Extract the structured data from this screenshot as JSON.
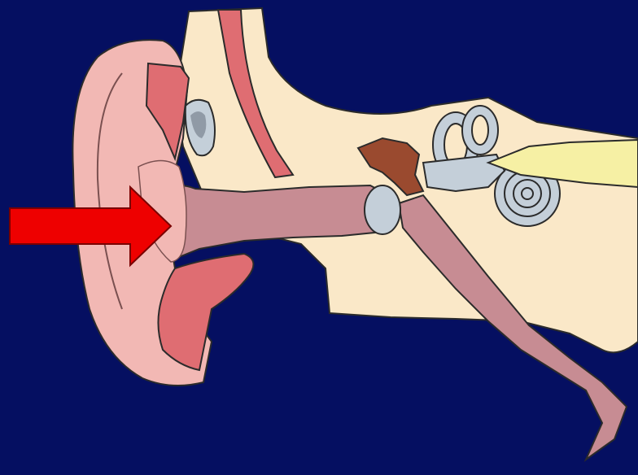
{
  "diagram": {
    "subject": "ear-anatomy-cross-section",
    "parts": [
      {
        "id": "outer-ear",
        "color": "#f2b8b4"
      },
      {
        "id": "ear-canal",
        "color": "#c78c93"
      },
      {
        "id": "cartilage",
        "color": "#df6d72"
      },
      {
        "id": "skull-tissue",
        "color": "#fae8c8"
      },
      {
        "id": "ossicles",
        "color": "#9a4a2f"
      },
      {
        "id": "inner-ear",
        "color": "#c4cfd9"
      },
      {
        "id": "auditory-nerve",
        "color": "#f6f0a4"
      },
      {
        "id": "eustachian-tube",
        "color": "#c78c93"
      }
    ],
    "pointer": {
      "icon": "right-arrow-icon",
      "color": "#ee0000",
      "points_to": "ear-canal"
    }
  },
  "colors": {
    "background": "#050f61",
    "outline": "#2b2b2b"
  }
}
